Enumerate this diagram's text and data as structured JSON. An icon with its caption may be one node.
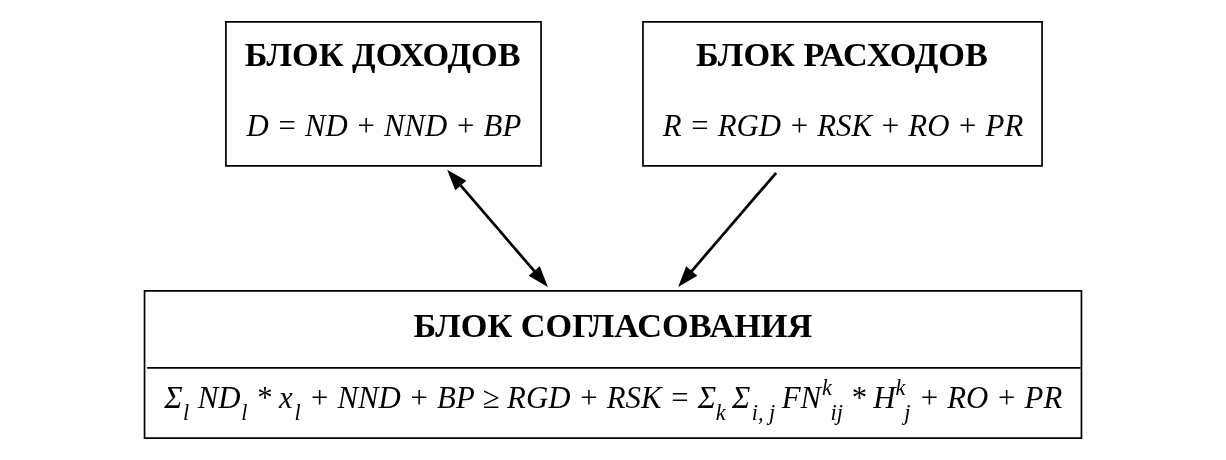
{
  "diagram": {
    "nodes": [
      {
        "text": [
          "БЛОК ДОХОДОВ",
          "D = ND + NND + BP"
        ]
      },
      {
        "text": [
          "БЛОК РАСХОДОВ",
          "R = RGD + RSK + RO + PR"
        ]
      },
      {
        "text": [
          "БЛОК СОГЛАСОВАНИЯ",
          "Σ$_{l}$ ND$_{l}$ * x$_{l}$ + NND + BP ≥ RGD + RSK = Σ$_{k}$ Σ$_{i, j}$ FN$^{k}$$_{ij}$ * H$^{k}$$_{j}$ + RO + PR"
        ]
      }
    ],
    "edges": [
      {
        "from": 0,
        "to": 2,
        "arrow": "both"
      },
      {
        "from": 1,
        "to": 2,
        "arrow": "to"
      }
    ]
  }
}
